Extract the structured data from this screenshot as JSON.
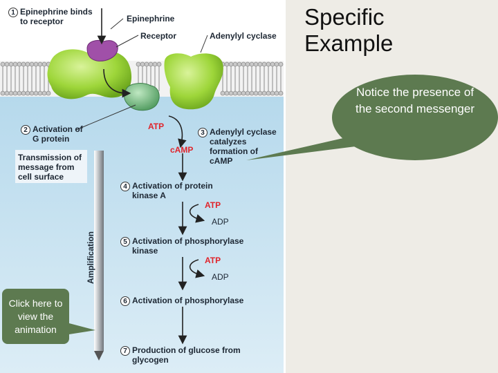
{
  "slide": {
    "title": "Specific Example",
    "callout": "Notice the presence of the second messenger",
    "animation_button": "Click here to view the animation"
  },
  "figure": {
    "step1": "Epinephrine binds to receptor",
    "epinephrine": "Epinephrine",
    "receptor": "Receptor",
    "adenylyl_cyclase": "Adenylyl cyclase",
    "step2": "Activation of G protein",
    "atp": "ATP",
    "camp": "cAMP",
    "step3": "Adenylyl cyclase catalyzes formation of cAMP",
    "transmission": "Transmission of message from cell surface",
    "step4": "Activation of protein kinase A",
    "atp2": "ATP",
    "adp2": "ADP",
    "step5": "Activation of phosphorylase kinase",
    "atp3": "ATP",
    "adp3": "ADP",
    "amplification": "Amplification",
    "step6": "Activation of phosphorylase",
    "step7": "Production of glucose from glycogen",
    "numbers": [
      "1",
      "2",
      "3",
      "4",
      "5",
      "6",
      "7"
    ]
  },
  "colors": {
    "callout_fill": "#5d7a50",
    "cytoplasm": "#bfdeef",
    "protein_green": "#9ed63a",
    "g_protein": "#5fa86a",
    "epinephrine": "#a050a8",
    "atp_red": "#e0242b"
  }
}
